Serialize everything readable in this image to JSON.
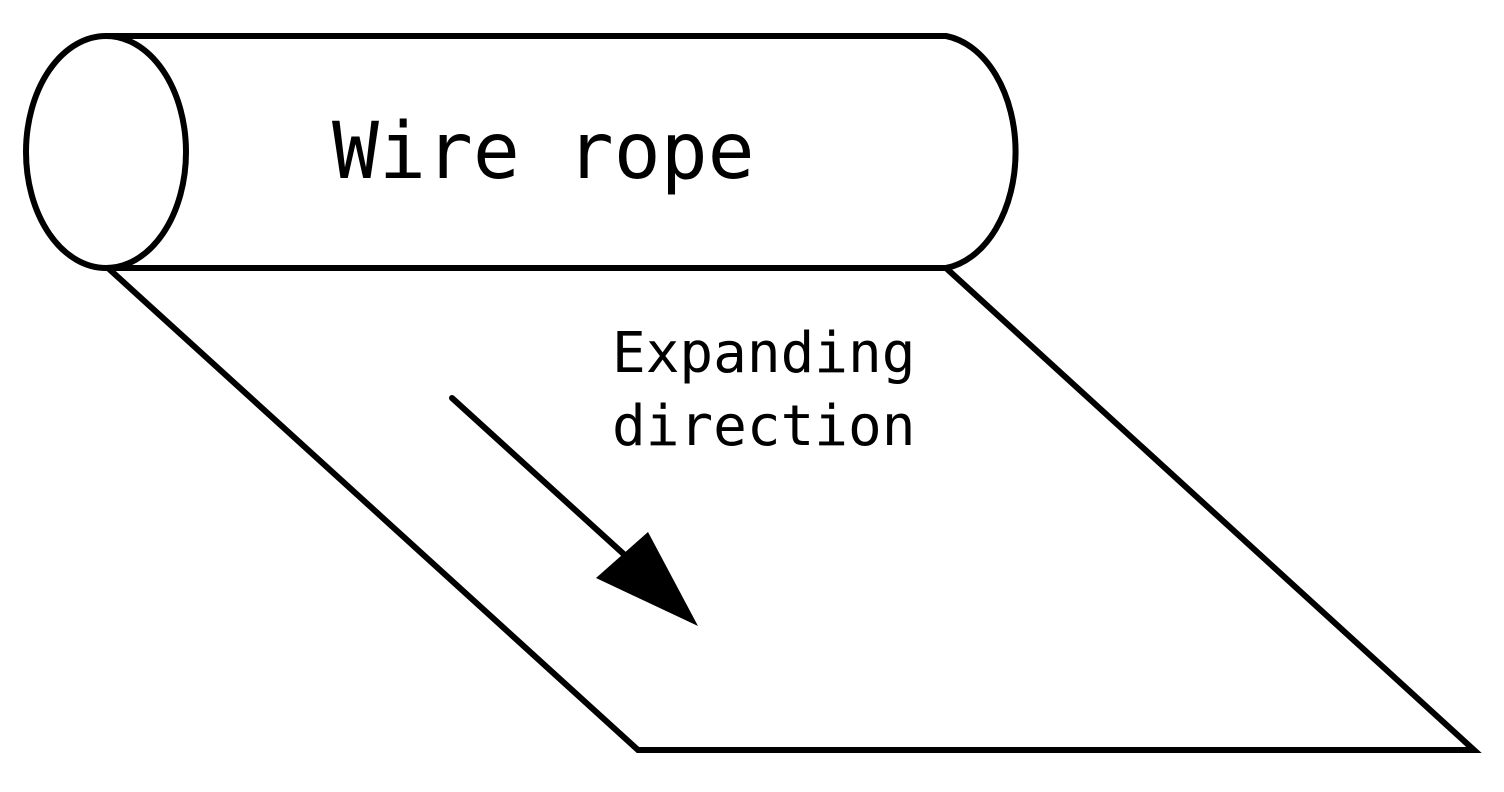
{
  "diagram": {
    "cylinder_label": "Wire rope",
    "arrow_label_line1": "Expanding",
    "arrow_label_line2": "direction"
  },
  "colors": {
    "stroke": "#000000",
    "background": "#ffffff"
  }
}
